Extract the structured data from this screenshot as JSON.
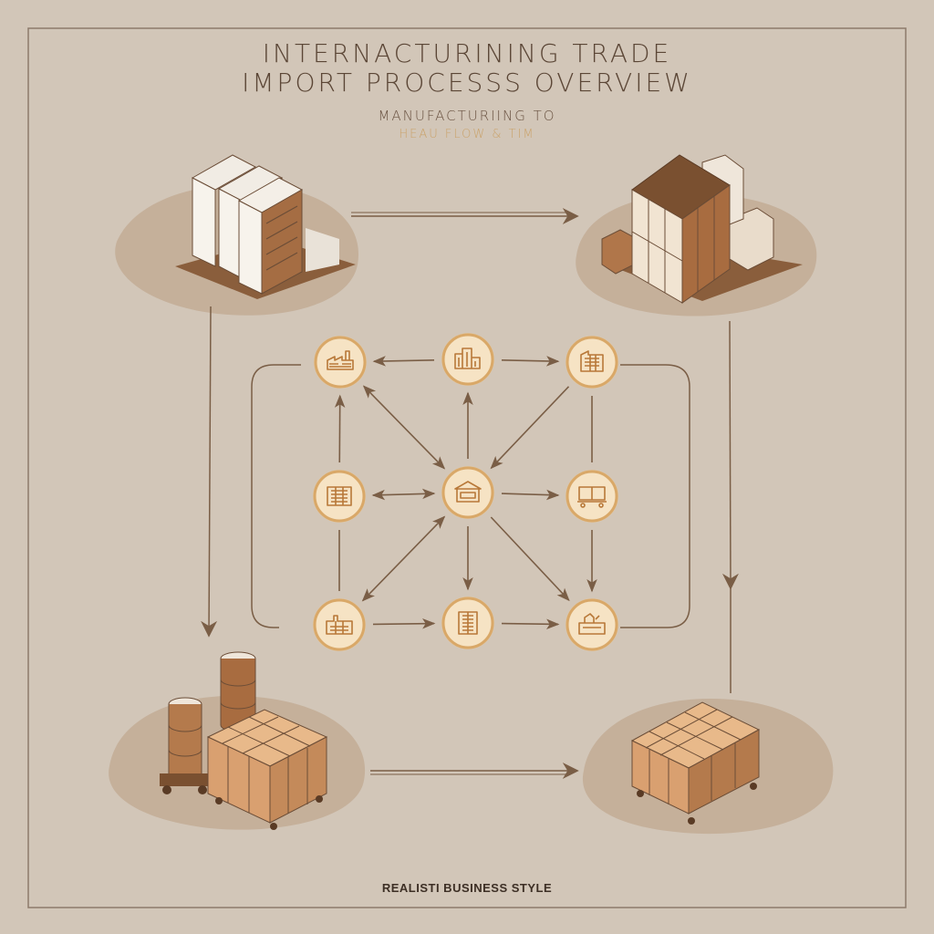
{
  "title": {
    "line1": "INTERNACTURINING TRADE",
    "line2": "IMPORT PROCESSS  OVERVIEW",
    "subtitle1": "MANUFACTURIING TO",
    "subtitle2": "HEAU FLOW & TIM"
  },
  "footer": "REALISTI BUSINESS STYLE",
  "colors": {
    "background": "#d2c6b8",
    "line": "#7a5e46",
    "node_fill": "#f6e3c4",
    "node_ring": "#d9a868",
    "icon": "#b87838",
    "box_light": "#e8b98a",
    "box_dark": "#8a5a3a"
  },
  "corners": [
    {
      "id": "top-left",
      "icon": "filing-cabinet-icon"
    },
    {
      "id": "top-right",
      "icon": "stacked-crates-icon"
    },
    {
      "id": "bottom-left",
      "icon": "barrels-and-crates-icon"
    },
    {
      "id": "bottom-right",
      "icon": "pallet-crate-icon"
    }
  ],
  "nodes": [
    {
      "id": "node-1",
      "icon": "factory-icon"
    },
    {
      "id": "node-2",
      "icon": "city-buildings-icon"
    },
    {
      "id": "node-3",
      "icon": "office-building-icon"
    },
    {
      "id": "node-4",
      "icon": "office-tower-icon"
    },
    {
      "id": "node-5",
      "icon": "bank-icon"
    },
    {
      "id": "node-6",
      "icon": "cargo-cart-icon"
    },
    {
      "id": "node-7",
      "icon": "warehouse-icon"
    },
    {
      "id": "node-8",
      "icon": "skyscraper-icon"
    },
    {
      "id": "node-9",
      "icon": "shipping-box-icon"
    }
  ]
}
